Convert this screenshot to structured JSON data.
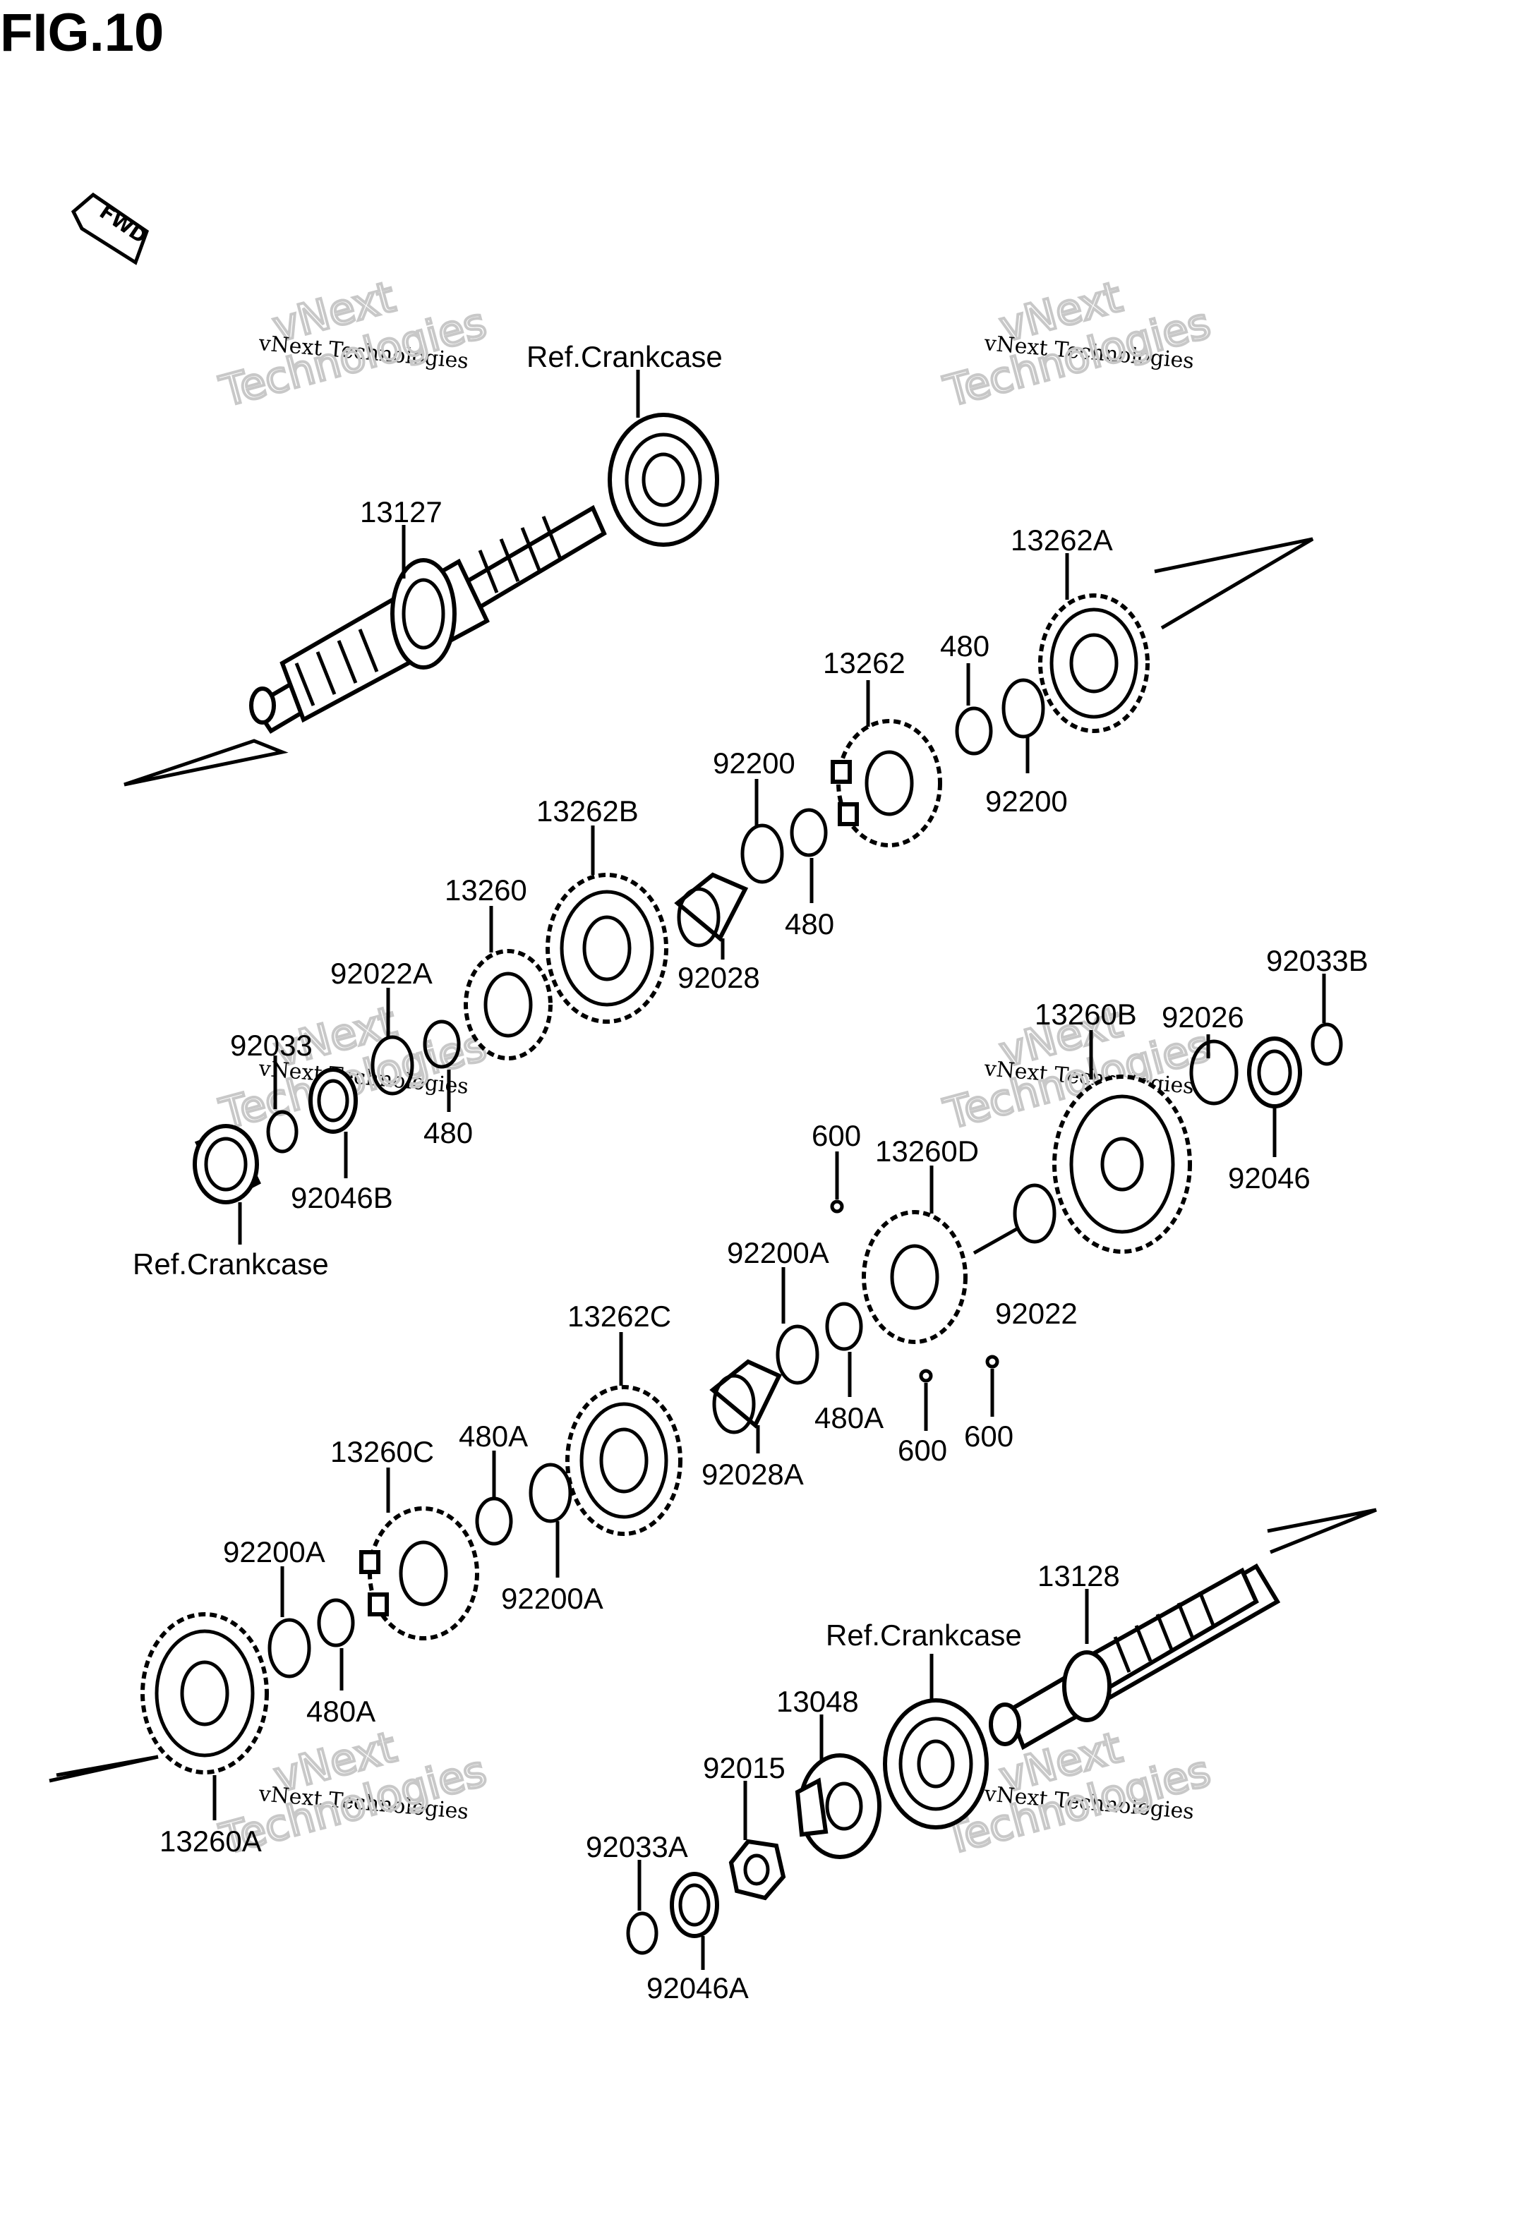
{
  "figure": {
    "title": "FIG.10",
    "fwd_label": "FWD"
  },
  "watermark": {
    "line1": "vNext Technologies",
    "line2": "vNext",
    "line3": "Technologies"
  },
  "labels": {
    "ref_crankcase": "Ref.Crankcase",
    "p13127": "13127",
    "p13262A": "13262A",
    "p13262": "13262",
    "p480": "480",
    "p92200": "92200",
    "p13262B": "13262B",
    "p13260": "13260",
    "p92028": "92028",
    "p92022A": "92022A",
    "p92033": "92033",
    "p92046B": "92046B",
    "p13260B": "13260B",
    "p92026": "92026",
    "p92033B": "92033B",
    "p92046": "92046",
    "p600": "600",
    "p13260D": "13260D",
    "p92022": "92022",
    "p92200A": "92200A",
    "p13262C": "13262C",
    "p480A": "480A",
    "p92028A": "92028A",
    "p13260C": "13260C",
    "p13128": "13128",
    "p13048": "13048",
    "p92015": "92015",
    "p92033A": "92033A",
    "p92046A": "92046A",
    "p13260A": "13260A"
  }
}
